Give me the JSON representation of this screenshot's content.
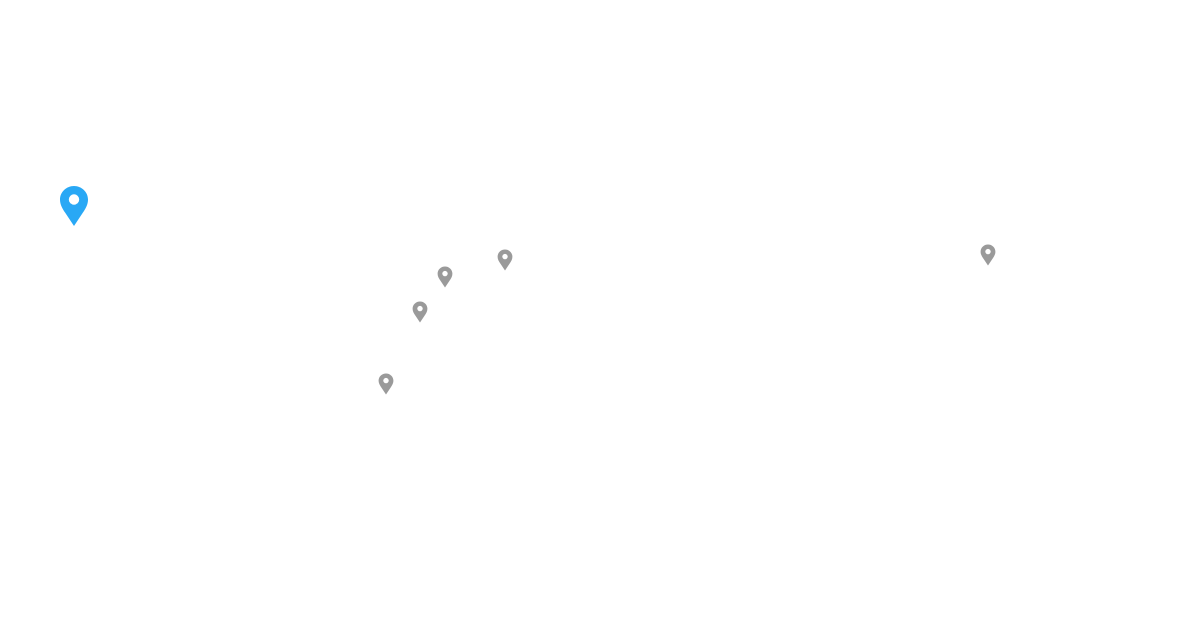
{
  "map": {
    "colors": {
      "background": "#ffffff",
      "selected_marker": "#29a8f5",
      "marker": "#9a9a9a"
    },
    "markers": [
      {
        "id": "selected",
        "state": "selected",
        "icon": "map-pin-icon"
      },
      {
        "id": "1",
        "state": "default",
        "icon": "map-pin-icon"
      },
      {
        "id": "2",
        "state": "default",
        "icon": "map-pin-icon"
      },
      {
        "id": "3",
        "state": "default",
        "icon": "map-pin-icon"
      },
      {
        "id": "4",
        "state": "default",
        "icon": "map-pin-icon"
      },
      {
        "id": "5",
        "state": "default",
        "icon": "map-pin-icon"
      }
    ]
  }
}
